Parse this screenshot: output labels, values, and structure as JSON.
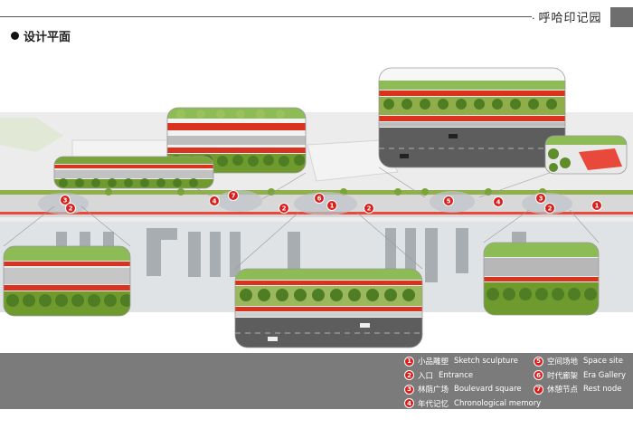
{
  "header": {
    "project_name": "呼哈印记园",
    "section_title": "设计平面"
  },
  "markers": [
    {
      "n": "3"
    },
    {
      "n": "2"
    },
    {
      "n": "4"
    },
    {
      "n": "7"
    },
    {
      "n": "2"
    },
    {
      "n": "6"
    },
    {
      "n": "1"
    },
    {
      "n": "2"
    },
    {
      "n": "5"
    },
    {
      "n": "4"
    },
    {
      "n": "3"
    },
    {
      "n": "2"
    },
    {
      "n": "1"
    }
  ],
  "legend": {
    "items": [
      {
        "num": "1",
        "cn": "小品雕塑",
        "en": "Sketch sculpture"
      },
      {
        "num": "2",
        "cn": "入口",
        "en": "Entrance"
      },
      {
        "num": "3",
        "cn": "林荫广场",
        "en": "Boulevard square"
      },
      {
        "num": "4",
        "cn": "年代记忆",
        "en": "Chronological memory"
      },
      {
        "num": "5",
        "cn": "空间场地",
        "en": "Space site"
      },
      {
        "num": "6",
        "cn": "时代廊架",
        "en": "Era Gallery"
      },
      {
        "num": "7",
        "cn": "休憩节点",
        "en": "Rest node"
      }
    ]
  },
  "colors": {
    "marker_red": "#d8201e",
    "tree_green": "#6f9a2e",
    "tree_dark": "#3f6b24",
    "hedge_red": "#d9321f",
    "path_gray": "#c9c9c9",
    "road_gray": "#5d5d5d",
    "legend_bg": "#7b7b7b"
  }
}
